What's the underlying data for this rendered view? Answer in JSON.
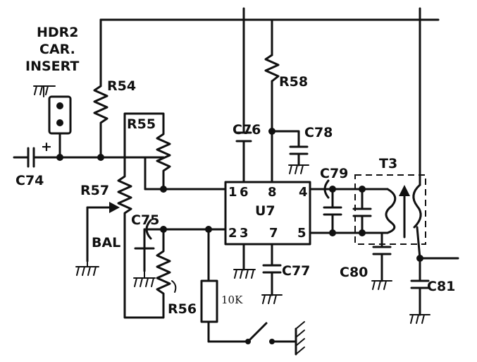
{
  "labels": {
    "hdr2": "HDR2",
    "car": "CAR.",
    "insert": "INSERT",
    "r54": "R54",
    "r58": "R58",
    "r55": "R55",
    "c76": "C76",
    "c78": "C78",
    "plus": "+",
    "c74": "C74",
    "r57": "R57",
    "c79": "C79",
    "t3": "T3",
    "u7": "U7",
    "c75": "C75",
    "bal": "BAL",
    "c77": "C77",
    "c80": "C80",
    "c81": "C81",
    "r56": "R56",
    "r10k": "10K"
  },
  "pins": {
    "p1": "1",
    "p6": "6",
    "p8": "8",
    "p4": "4",
    "p2": "2",
    "p3": "3",
    "p7": "7",
    "p5": "5"
  }
}
